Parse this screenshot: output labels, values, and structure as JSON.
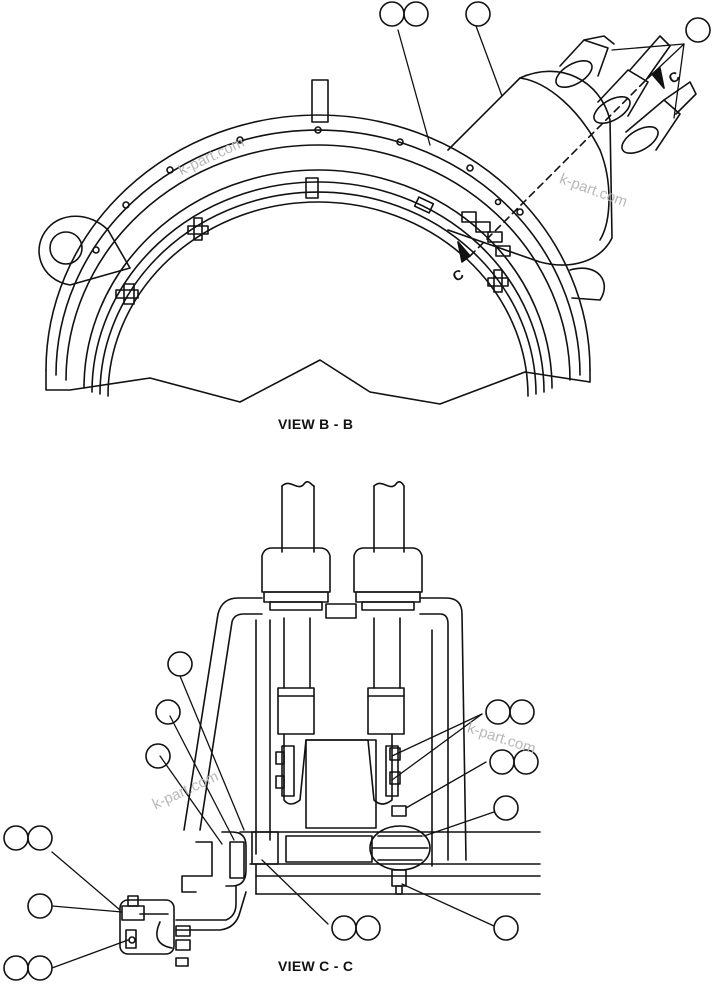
{
  "views": {
    "top_caption": "VIEW B - B",
    "bottom_caption": "VIEW C - C",
    "section_label": "C"
  },
  "watermark": "k-part.com",
  "colors": {
    "line": "#111111",
    "paper": "#ffffff",
    "watermark": "#b8b8b8"
  }
}
